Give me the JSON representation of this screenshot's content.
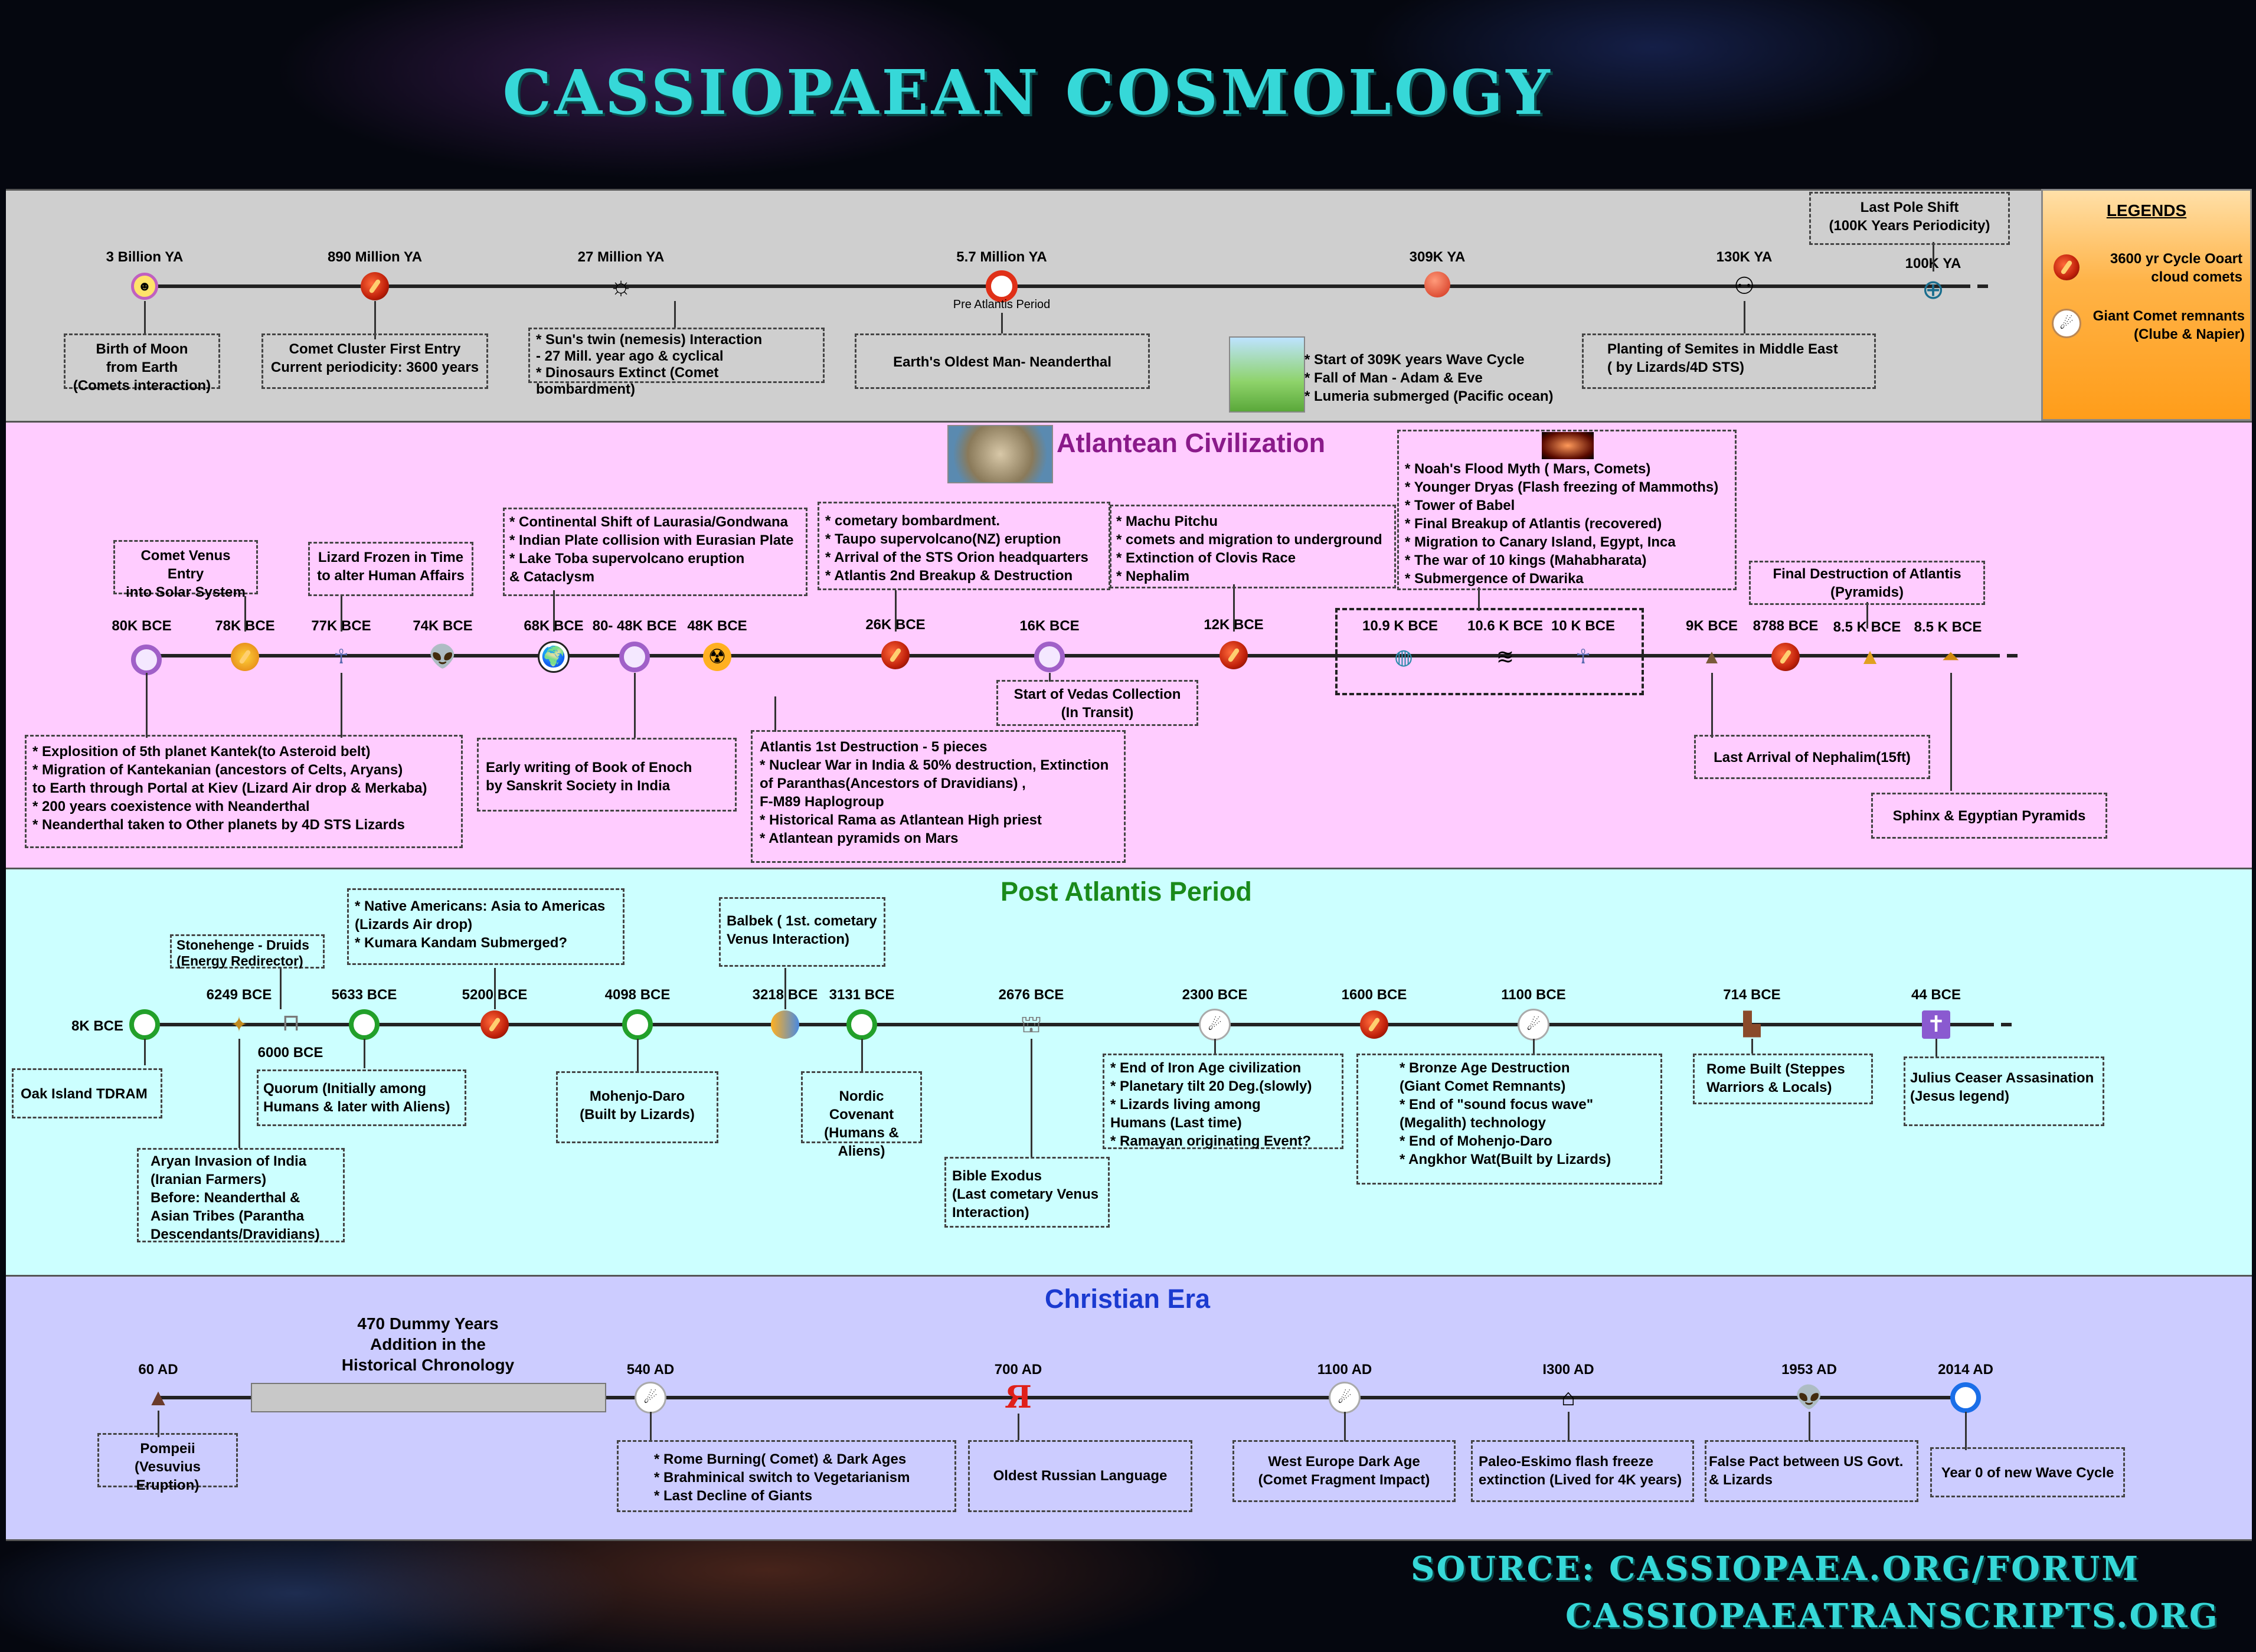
{
  "title": "CASSIOPAEAN COSMOLOGY",
  "legend": {
    "heading": "LEGENDS",
    "items": [
      {
        "icon": "comet-icon",
        "text": "3600 yr Cycle Ooart cloud comets"
      },
      {
        "icon": "comet-remnant-icon",
        "text": "Giant Comet remnants (Clube & Napier)"
      }
    ]
  },
  "cosmic": {
    "dates": [
      "3 Billion YA",
      "890 Million YA",
      "27 Million YA",
      "5.7 Million YA",
      "309K YA",
      "130K YA",
      "100K YA"
    ],
    "pre_atlantis": "Pre Atlantis Period",
    "boxes": [
      "Birth of Moon\nfrom Earth\n(Comets interaction)",
      "Comet Cluster First Entry\nCurrent periodicity: 3600 years",
      "* Sun's twin (nemesis) Interaction\n - 27 Mill. year ago & cyclical\n* Dinosaurs Extinct (Comet bombardment)",
      "Earth's Oldest Man- Neanderthal",
      "* Start of 309K years Wave Cycle\n* Fall of Man - Adam & Eve\n* Lumeria submerged (Pacific ocean)",
      "Planting of Semites in Middle East\n( by Lizards/4D STS)",
      "Last Pole Shift\n(100K Years Periodicity)"
    ]
  },
  "atlantean": {
    "title": "Atlantean Civilization",
    "dates": [
      "80K BCE",
      "78K BCE",
      "77K BCE",
      "74K BCE",
      "68K BCE",
      "80- 48K BCE",
      "48K BCE",
      "26K BCE",
      "16K BCE",
      "12K BCE",
      "10.9 K BCE",
      "10.6 K BCE",
      "10 K BCE",
      "9K BCE",
      "8788 BCE",
      "8.5 K BCE",
      "8.5 K BCE"
    ],
    "boxes": {
      "venus": "Comet Venus Entry\ninto Solar System",
      "lizard": "Lizard Frozen in Time\nto alter Human Affairs",
      "continental": "* Continental Shift of Laurasia/Gondwana\n* Indian Plate collision with Eurasian Plate\n* Lake Toba supervolcano eruption\n  & Cataclysm",
      "cometary": "* cometary bombardment.\n* Taupo supervolcano(NZ) eruption\n* Arrival of the STS Orion headquarters\n* Atlantis 2nd Breakup & Destruction",
      "machu": "* Machu Pitchu\n* comets and migration to underground\n* Extinction of Clovis Race\n* Nephalim",
      "noah": "* Noah's Flood Myth ( Mars, Comets)\n* Younger Dryas (Flash freezing of Mammoths)\n* Tower of Babel\n* Final Breakup of Atlantis (recovered)\n* Migration to Canary Island, Egypt, Inca\n* The war of 10 kings (Mahabharata)\n* Submergence of Dwarika",
      "final": "Final Destruction of Atlantis\n(Pyramids)",
      "kantek": "* Explosition of 5th planet Kantek(to Asteroid belt)\n* Migration of Kantekanian (ancestors of Celts, Aryans)\n  to Earth through Portal at Kiev (Lizard Air drop & Merkaba)\n* 200 years coexistence with Neanderthal\n* Neanderthal taken to Other planets by 4D STS Lizards",
      "enoch": "Early writing of Book of Enoch\nby Sanskrit Society in India",
      "first": "Atlantis 1st Destruction - 5 pieces\n* Nuclear War in India & 50% destruction, Extinction\n  of Paranthas(Ancestors of Dravidians) ,\n  F-M89 Haplogroup\n* Historical Rama as Atlantean High priest\n* Atlantean pyramids on Mars",
      "vedas": "Start of Vedas Collection\n(In Transit)",
      "nephalim": "Last Arrival of Nephalim(15ft)",
      "sphinx": "Sphinx & Egyptian Pyramids"
    }
  },
  "post": {
    "title": "Post Atlantis Period",
    "dates": [
      "8K BCE",
      "6249 BCE",
      "6000 BCE",
      "5633 BCE",
      "5200 BCE",
      "4098 BCE",
      "3218 BCE",
      "3131 BCE",
      "2676 BCE",
      "2300 BCE",
      "1600 BCE",
      "1100 BCE",
      "714 BCE",
      "44 BCE"
    ],
    "boxes": {
      "stonehenge": "Stonehenge - Druids\n(Energy Redirector)",
      "native": "* Native Americans: Asia to Americas\n              (Lizards Air drop)\n* Kumara Kandam Submerged?",
      "balbek": "Balbek ( 1st. cometary\n   Venus Interaction)",
      "oak": "Oak Island TDRAM",
      "quorum": "Quorum (Initially among\nHumans & later with Aliens)",
      "aryan": "Aryan Invasion of India\n    (Iranian Farmers)\nBefore: Neanderthal &\n  Asian Tribes (Parantha\n  Descendants/Dravidians)",
      "mohenjo": "Mohenjo-Daro\n(Built by Lizards)",
      "nordic": "Nordic Covenant\n(Humans & Aliens)",
      "exodus": "Bible Exodus\n(Last cometary Venus\n  Interaction)",
      "iron": "* End of Iron Age civilization\n* Planetary tilt 20 Deg.(slowly)\n* Lizards living among\n  Humans (Last time)\n* Ramayan originating Event?",
      "bronze": "* Bronze Age Destruction\n  (Giant Comet Remnants)\n* End of \"sound focus wave\"\n  (Megalith) technology\n* End of Mohenjo-Daro\n* Angkhor Wat(Built by Lizards)",
      "rome": "Rome Built (Steppes\nWarriors & Locals)",
      "caesar": "Julius Ceaser Assasination\n(Jesus legend)"
    }
  },
  "christian": {
    "title": "Christian Era",
    "dummy": "470 Dummy Years\nAddition in the\nHistorical Chronology",
    "dates": [
      "60 AD",
      "540 AD",
      "700 AD",
      "1100 AD",
      "I300 AD",
      "1953 AD",
      "2014 AD"
    ],
    "russian_glyph": "Я",
    "boxes": {
      "pompeii": "Pompeii\n(Vesuvius Eruption)",
      "rome": "* Rome Burning( Comet) & Dark Ages\n* Brahminical switch to Vegetarianism\n* Last Decline of Giants",
      "russian": "Oldest Russian Language",
      "west": "West Europe Dark Age\n(Comet Fragment Impact)",
      "eskimo": "Paleo-Eskimo flash freeze\nextinction (Lived for 4K years)",
      "pact": "False Pact between US Govt.\n& Lizards",
      "year0": "Year 0 of new Wave Cycle"
    }
  },
  "source": {
    "line1": "SOURCE: CASSIOPAEA.ORG/FORUM",
    "line2": "CASSIOPAEATRANSCRIPTS.ORG"
  }
}
